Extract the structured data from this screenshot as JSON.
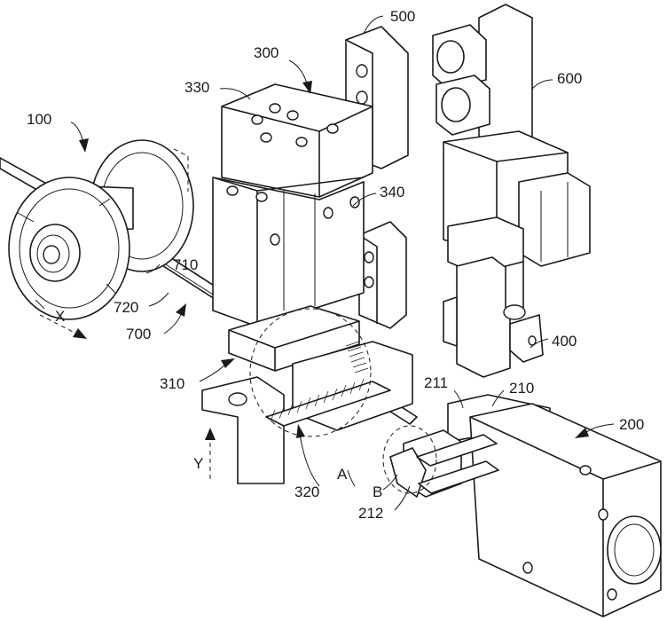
{
  "labels": {
    "l100": "100",
    "l200": "200",
    "l210": "210",
    "l211": "211",
    "l212": "212",
    "l300": "300",
    "l310": "310",
    "l320": "320",
    "l330": "330",
    "l340": "340",
    "l400": "400",
    "l500": "500",
    "l600": "600",
    "l700": "700",
    "l710": "710",
    "l720": "720",
    "axis_x": "X",
    "axis_y": "Y",
    "detail_a": "A",
    "detail_b": "B"
  }
}
